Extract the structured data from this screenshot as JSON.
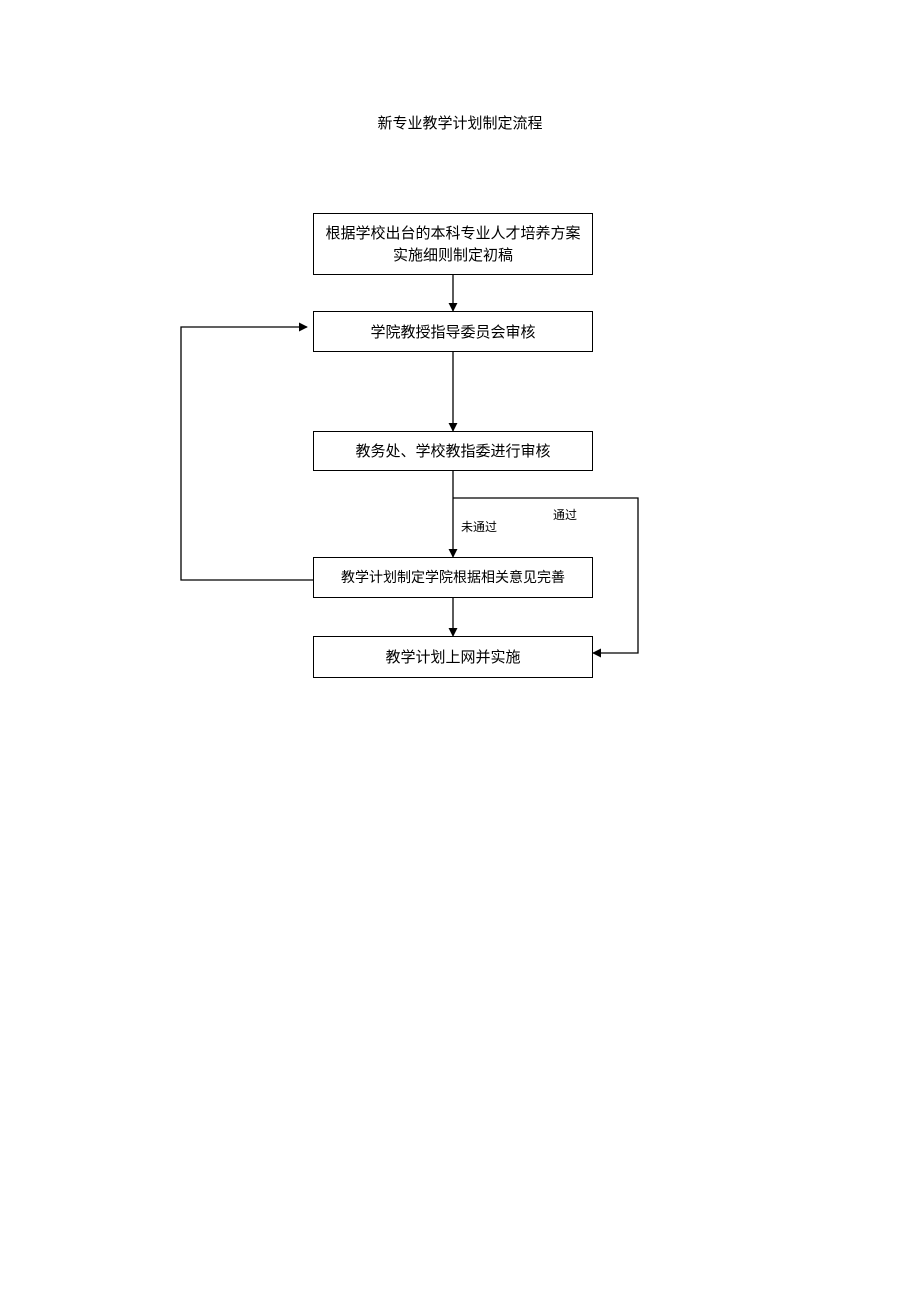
{
  "title": "新专业教学计划制定流程",
  "nodes": {
    "draft": "根据学校出台的本科专业人才培养方案实施细则制定初稿",
    "college_review": "学院教授指导委员会审核",
    "office_review": "教务处、学校教指委进行审核",
    "revise": "教学计划制定学院根据相关意见完善",
    "publish": "教学计划上网并实施"
  },
  "edge_labels": {
    "not_passed": "未通过",
    "passed": "通过"
  },
  "colors": {
    "line": "#000000",
    "box_border": "#000000",
    "background": "#ffffff"
  }
}
